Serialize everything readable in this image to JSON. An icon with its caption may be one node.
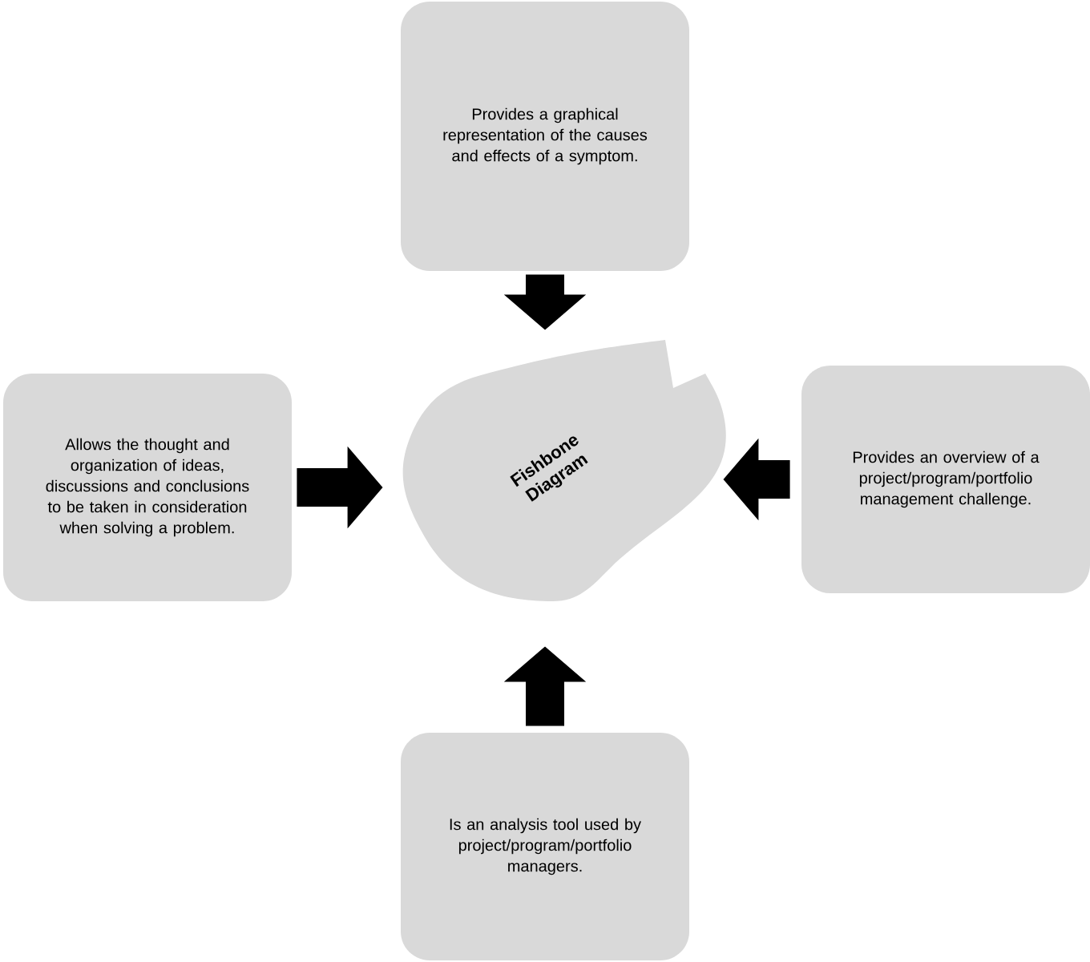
{
  "diagram": {
    "nodes": [
      {
        "text": [
          "Fishbone Diagram"
        ]
      },
      {
        "text": [
          "Provides a graphical representation of the causes and effects of a symptom."
        ]
      },
      {
        "text": [
          "Allows the thought and organization of ideas, discussions and conclusions to be taken in consideration when solving a problem."
        ]
      },
      {
        "text": [
          "Provides an overview of a project/program/portfolio management challenge."
        ]
      },
      {
        "text": [
          "Is an analysis tool used by project/program/portfolio managers."
        ]
      }
    ],
    "edges": [
      {
        "from": 1,
        "to": 0,
        "arrow": "to"
      },
      {
        "from": 2,
        "to": 0,
        "arrow": "to"
      },
      {
        "from": 3,
        "to": 0,
        "arrow": "to"
      },
      {
        "from": 4,
        "to": 0,
        "arrow": "to"
      }
    ]
  }
}
